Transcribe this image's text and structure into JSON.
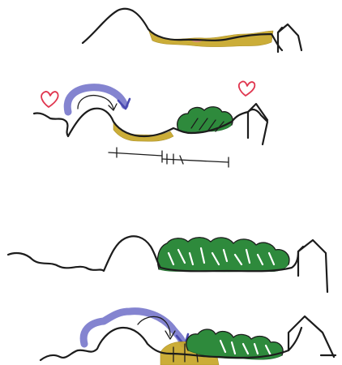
{
  "colors": {
    "background": "#ffffff",
    "ink": "#1c1c1c",
    "sand": "#c9a92e",
    "sand_edge": "#a88b1e",
    "pink_accent": "#d9927a",
    "heart": "#e0364f",
    "arrow": "#6e6ec8",
    "vegetation": "#2e8a3c",
    "vegetation_dark": "#1f6a2b"
  },
  "panels": [
    {
      "id": "panel-1",
      "elements": [
        "hill",
        "sand-fill",
        "house"
      ]
    },
    {
      "id": "panel-2",
      "elements": [
        "heart-left",
        "heart-right",
        "arrow-large",
        "arrow-small",
        "hill",
        "sand-fill",
        "vegetation",
        "house",
        "scale-bar"
      ]
    },
    {
      "id": "panel-3",
      "elements": [
        "hill",
        "vegetation-band",
        "house"
      ]
    },
    {
      "id": "panel-4",
      "elements": [
        "arrow-large",
        "arrow-small",
        "hill",
        "sand-fill",
        "vegetation-band",
        "house"
      ]
    }
  ],
  "icons": {
    "heart": "heart-icon",
    "arrow": "curved-arrow-icon",
    "house": "house-outline-icon",
    "bush": "bush-icon"
  }
}
